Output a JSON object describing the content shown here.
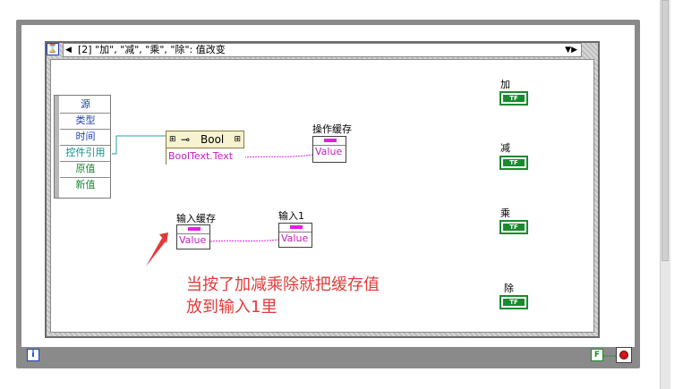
{
  "case_selector": {
    "label": "[2] \"加\", \"减\", \"乘\", \"除\": 值改变"
  },
  "event_node": {
    "items": [
      "源",
      "类型",
      "时间",
      "控件引用",
      "原值",
      "新值"
    ]
  },
  "property_node": {
    "class": "Bool",
    "property": "BoolText.Text"
  },
  "locals": {
    "operation_cache": {
      "label": "操作缓存",
      "value": "Value"
    },
    "input_cache": {
      "label": "输入缓存",
      "value": "Value"
    },
    "input1": {
      "label": "输入1",
      "value": "Value"
    }
  },
  "indicators": [
    {
      "label": "加",
      "tf": "TF"
    },
    {
      "label": "减",
      "tf": "TF"
    },
    {
      "label": "乘",
      "tf": "TF"
    },
    {
      "label": "除",
      "tf": "TF"
    }
  ],
  "annotation": {
    "line1": "当按了加减乘除就把缓存值",
    "line2": "放到输入1里"
  },
  "loop": {
    "iteration_icon": "i",
    "stop_terminal": "F"
  },
  "colors": {
    "annotation": "#e23a3a",
    "wire_string": "#e020e0",
    "wire_ref": "#20a0a0",
    "boolean": "#1a8a30"
  }
}
